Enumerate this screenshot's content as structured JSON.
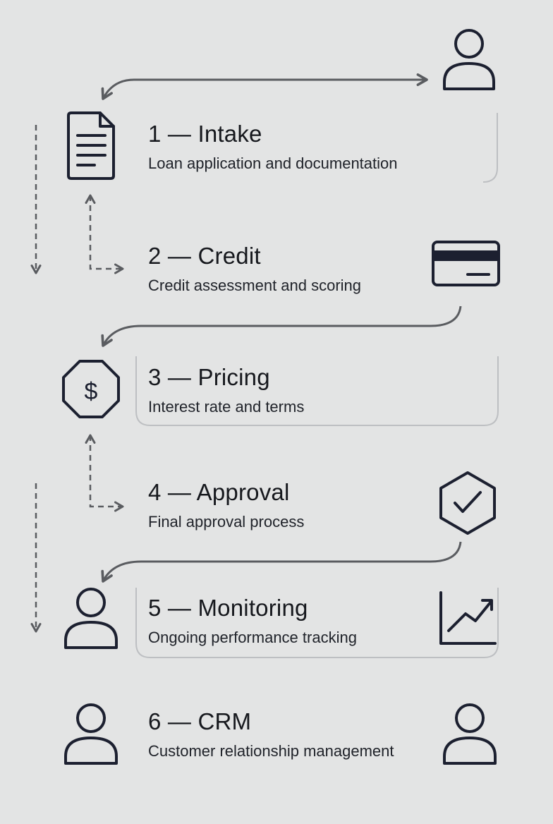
{
  "steps": [
    {
      "id": "intake",
      "title": "1 — Intake",
      "description": "Loan application and documentation",
      "icon": "document-icon"
    },
    {
      "id": "credit",
      "title": "2 — Credit",
      "description": "Credit assessment and scoring",
      "icon": "credit-card-icon"
    },
    {
      "id": "pricing",
      "title": "3 — Pricing",
      "description": "Interest rate and terms",
      "icon": "dollar-octagon-icon"
    },
    {
      "id": "approval",
      "title": "4 — Approval",
      "description": "Final approval process",
      "icon": "check-hexagon-icon"
    },
    {
      "id": "monitoring",
      "title": "5 — Monitoring",
      "description": "Ongoing performance tracking",
      "icon": "trend-chart-icon"
    },
    {
      "id": "crm",
      "title": "6 — CRM",
      "description": "Customer relationship management",
      "icon": "person-icon"
    }
  ],
  "colors": {
    "background": "#e3e4e4",
    "ink": "#1c2030",
    "connector": "#5a5c60",
    "panel_border": "#bdbfc2"
  }
}
